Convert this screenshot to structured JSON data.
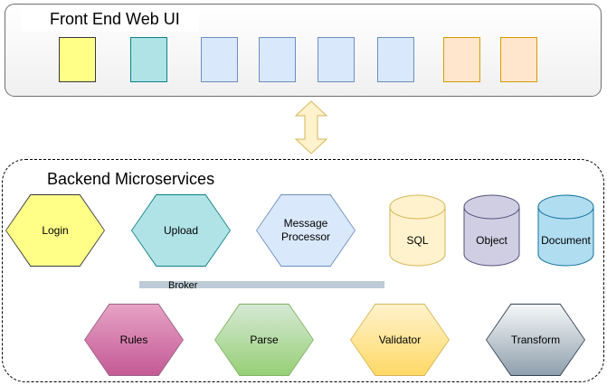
{
  "frontend": {
    "title": "Front End Web UI",
    "cards": [
      {
        "fill": "#ffff88",
        "stroke": "#36393d"
      },
      {
        "fill": "#b0e3e6",
        "stroke": "#0e8088"
      },
      {
        "fill": "#dae8fc",
        "stroke": "#6c8ebf"
      },
      {
        "fill": "#dae8fc",
        "stroke": "#6c8ebf"
      },
      {
        "fill": "#dae8fc",
        "stroke": "#6c8ebf"
      },
      {
        "fill": "#dae8fc",
        "stroke": "#6c8ebf"
      },
      {
        "fill": "#ffe6cc",
        "stroke": "#d79b00"
      },
      {
        "fill": "#ffe6cc",
        "stroke": "#d79b00"
      }
    ]
  },
  "connector": {
    "fill": "#fff2cc",
    "stroke": "#d6b656"
  },
  "backend": {
    "title": "Backend Microservices",
    "broker_label": "Broker",
    "services": {
      "login": {
        "label": "Login",
        "fill": "#ffff88",
        "stroke": "#36393d"
      },
      "upload": {
        "label": "Upload",
        "fill": "#b0e3e6",
        "stroke": "#0e8088"
      },
      "message_processor": {
        "label": "Message\nProcessor",
        "fill": "#dae8fc",
        "stroke": "#6c8ebf"
      },
      "rules": {
        "label": "Rules",
        "fill_top": "#e6a2c4",
        "fill_bottom": "#c45a96",
        "stroke": "#996185"
      },
      "parse": {
        "label": "Parse",
        "fill_top": "#d5e8d4",
        "fill_bottom": "#97d077",
        "stroke": "#82b366"
      },
      "validator": {
        "label": "Validator",
        "fill_top": "#fff2cc",
        "fill_bottom": "#ffd966",
        "stroke": "#d6b656"
      },
      "transform": {
        "label": "Transform",
        "fill_top": "#f5f7f8",
        "fill_bottom": "#8fa0ad",
        "stroke": "#314354"
      }
    },
    "databases": {
      "sql": {
        "label": "SQL",
        "fill": "#fff2cc",
        "stroke": "#d6b656"
      },
      "object": {
        "label": "Object",
        "fill": "#d0cee2",
        "stroke": "#56517e"
      },
      "document": {
        "label": "Document",
        "fill": "#b1ddf0",
        "stroke": "#10739e"
      }
    }
  }
}
